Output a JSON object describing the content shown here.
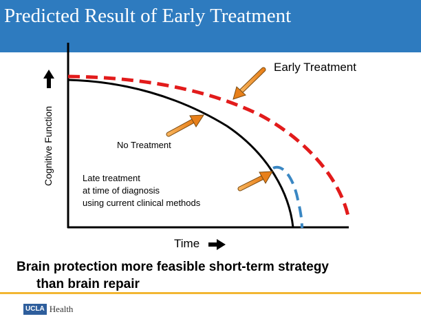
{
  "header": {
    "title": "Predicted Result of Early Treatment"
  },
  "diagram": {
    "y_axis_label": "Cognitive Function",
    "x_axis_label": "Time",
    "curves": [
      {
        "label": "Early Treatment",
        "color": "#e21b1b",
        "style": "dashed"
      },
      {
        "label": "No Treatment",
        "color": "#000000",
        "style": "solid"
      },
      {
        "label_lines": [
          "Late treatment",
          "at time of diagnosis",
          "using current clinical methods"
        ],
        "color": "#3a87c3",
        "style": "dashed"
      }
    ],
    "arrow_color": "#f0922b"
  },
  "takeaway": {
    "line1": "Brain protection more feasible short-term strategy",
    "line2": "than brain repair"
  },
  "footer": {
    "logo_box": "UCLA",
    "logo_word": "Health",
    "rule_color": "#f2b632"
  }
}
